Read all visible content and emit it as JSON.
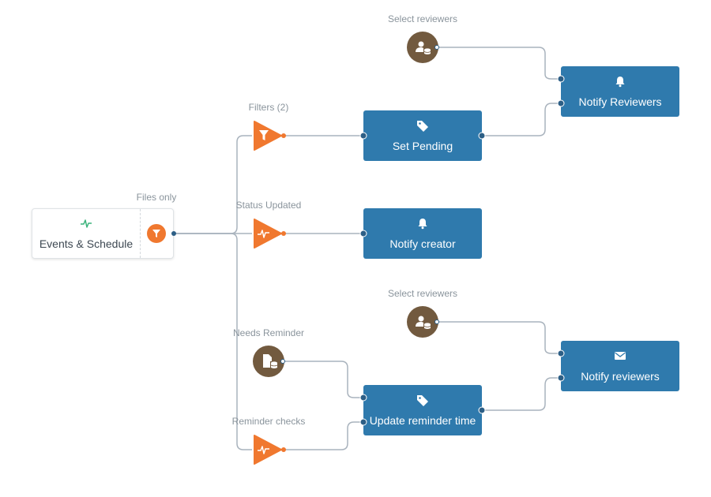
{
  "trigger": {
    "title": "Events & Schedule",
    "icon": "pulse-icon",
    "filter_icon": "funnel-icon"
  },
  "labels": {
    "files_only": "Files only",
    "filters": "Filters (2)",
    "status_updated": "Status Updated",
    "needs_reminder": "Needs Reminder",
    "reminder_checks": "Reminder checks",
    "select_reviewers_top": "Select reviewers",
    "select_reviewers_bottom": "Select reviewers"
  },
  "actions": {
    "notify_reviewers_top": {
      "title": "Notify Reviewers",
      "icon": "bell-icon"
    },
    "set_pending": {
      "title": "Set Pending",
      "icon": "tag-icon"
    },
    "notify_creator": {
      "title": "Notify creator",
      "icon": "bell-icon"
    },
    "notify_reviewers_bottom": {
      "title": "Notify reviewers",
      "icon": "envelope-icon"
    },
    "update_reminder_time": {
      "title": "Update reminder time",
      "icon": "tag-icon"
    }
  },
  "colors": {
    "action_blue": "#2f7aad",
    "condition_orange": "#f0782f",
    "data_brown": "#725a3f",
    "connector_gray": "#a9b3bd",
    "label_gray": "#8a949c"
  }
}
